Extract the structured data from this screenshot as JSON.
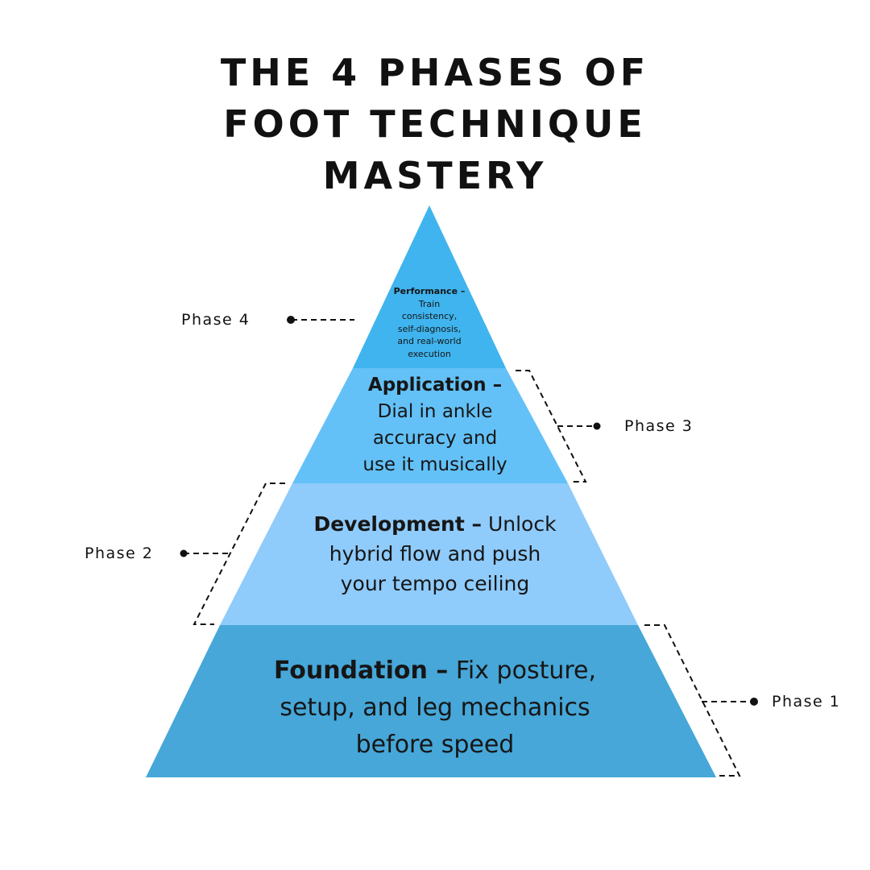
{
  "title": {
    "line1": "THE 4 PHASES OF",
    "line2": "FOOT TECHNIQUE",
    "line3": "MASTERY"
  },
  "colors": {
    "phase4": "#3fb4ee",
    "phase3": "#63c1f7",
    "phase2": "#8fcbfb",
    "phase1": "#46a7d8",
    "connector": "#111111"
  },
  "tiers": [
    {
      "phase_label": "Phase 4",
      "name": "Performance –",
      "lines": [
        "Train",
        "consistency,",
        "self-diagnosis,",
        "and real-world",
        "execution"
      ]
    },
    {
      "phase_label": "Phase 3",
      "name": "Application –",
      "lines": [
        "Dial in ankle",
        "accuracy and",
        "use it musically"
      ]
    },
    {
      "phase_label": "Phase 2",
      "name": "Development –",
      "first_line_rest": "Unlock",
      "lines": [
        "hybrid flow and push",
        "your tempo ceiling"
      ]
    },
    {
      "phase_label": "Phase 1",
      "name": "Foundation –",
      "first_line_rest": "Fix posture,",
      "lines": [
        "setup, and leg mechanics",
        "before speed"
      ]
    }
  ]
}
